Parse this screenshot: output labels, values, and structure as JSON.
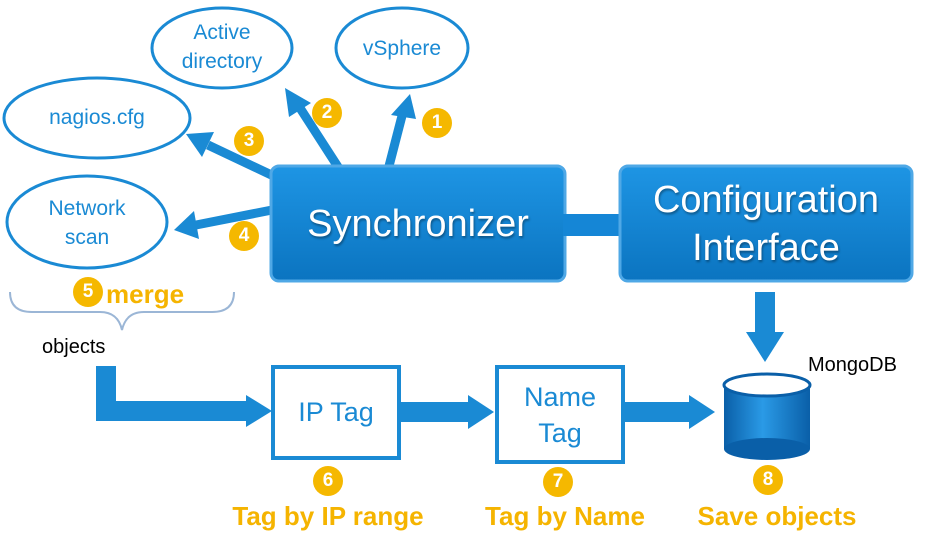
{
  "sources": {
    "active_directory": "Active\ndirectory",
    "vsphere": "vSphere",
    "nagios": "nagios.cfg",
    "network_scan": "Network\nscan"
  },
  "synchronizer": "Synchronizer",
  "config_interface": "Configuration\nInterface",
  "merge": "merge",
  "objects": "objects",
  "ip_tag": "IP Tag",
  "name_tag": "Name\nTag",
  "mongodb": "MongoDB",
  "captions": {
    "tag_by_ip": "Tag by IP range",
    "tag_by_name": "Tag by Name",
    "save_objects": "Save objects"
  },
  "badges": [
    "1",
    "2",
    "3",
    "4",
    "5",
    "6",
    "7",
    "8"
  ],
  "colors": {
    "blue": "#1a8ad4",
    "box_fill": "#1586d6",
    "orange": "#f5b800",
    "arrow": "#1a8ad4"
  }
}
